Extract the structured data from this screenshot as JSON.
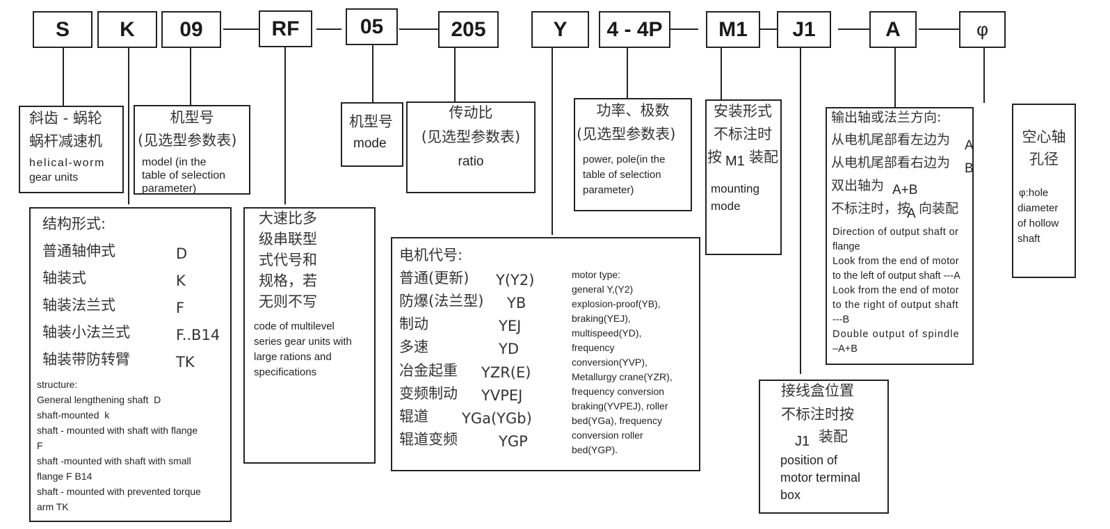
{
  "codes": [
    "S",
    "K",
    "09",
    "RF",
    "05",
    "205",
    "Y",
    "4 - 4P",
    "M1",
    "J1",
    "A",
    "φ"
  ],
  "s_box": {
    "cn1": "斜齿 - 蜗轮",
    "cn2": "蜗杆减速机",
    "en1": "helical-worm",
    "en2": "gear units"
  },
  "model_box": {
    "cn1": "机型号",
    "cn2": "(见选型参数表)",
    "en": [
      "model (in the",
      "table of selection",
      "parameter)"
    ]
  },
  "structure_box": {
    "title": "结构形式:",
    "rows": [
      {
        "cn": "普通轴伸式",
        "code": "D"
      },
      {
        "cn": "轴装式",
        "code": "K"
      },
      {
        "cn": "轴装法兰式",
        "code": "F"
      },
      {
        "cn": "轴装小法兰式",
        "code": "F..B14"
      },
      {
        "cn": "轴装带防转臂",
        "code": "TK"
      }
    ],
    "en": [
      "structure:",
      "General lengthening shaft  D",
      "shaft-mounted  k",
      "shaft - mounted with shaft with flange",
      "F",
      "shaft -mounted with shaft with small",
      "flange F B14",
      "shaft - mounted with prevented torque",
      "arm TK"
    ]
  },
  "rf_box": {
    "cn": [
      "大速比多",
      "级串联型",
      "式代号和",
      "规格，若",
      "无则不写"
    ],
    "en": [
      "code of multilevel",
      "series gear units with",
      "large rations and",
      "specifications"
    ]
  },
  "mode_box": {
    "cn": "机型号",
    "en": "mode"
  },
  "ratio_box": {
    "cn1": "传动比",
    "cn2": "(见选型参数表)",
    "en": "ratio"
  },
  "motor_box": {
    "title": "电机代号:",
    "rows": [
      {
        "cn": "普通(更新)",
        "code": "Y(Y2)"
      },
      {
        "cn": "防爆(法兰型)",
        "code": "YB"
      },
      {
        "cn": "制动",
        "code": "YEJ"
      },
      {
        "cn": "多速",
        "code": "YD"
      },
      {
        "cn": "冶金起重",
        "code": "YZR(E)"
      },
      {
        "cn": "变频制动",
        "code": "YVPEJ"
      },
      {
        "cn": "辊道",
        "code": "YGa(YGb)"
      },
      {
        "cn": "辊道变频",
        "code": "YGP"
      }
    ],
    "en": [
      "motor type:",
      "general Y,(Y2)",
      "explosion-proof(YB),",
      "braking(YEJ),",
      "multispeed(YD),",
      "frequency",
      "conversion(YVP),",
      "Metallurgy crane(YZR),",
      "frequency conversion",
      "braking(YVPEJ), roller",
      "bed(YGa), frequency",
      "conversion roller",
      "bed(YGP)."
    ]
  },
  "power_box": {
    "cn1": "功率、极数",
    "cn2": "(见选型参数表)",
    "en": [
      "power, pole(in the",
      "table of selection",
      "parameter)"
    ]
  },
  "mounting_box": {
    "cn1": "安装形式",
    "cn2": "不标注时",
    "cn3a": "按",
    "cn3b": "M1",
    "cn3c": "装配",
    "en": [
      "mounting",
      "mode"
    ]
  },
  "terminal_box": {
    "cn1": "接线盒位置",
    "cn2": "不标注时按",
    "cn3a": "J1",
    "cn3b": "装配",
    "en": [
      "position of",
      "motor terminal",
      "box"
    ]
  },
  "output_box": {
    "title": "输出轴或法兰方向:",
    "rows": [
      {
        "cn": "从电机尾部看左边为",
        "code": "A"
      },
      {
        "cn": "从电机尾部看右边为",
        "code": "B"
      },
      {
        "cn": "双出轴为",
        "code": "A+B"
      }
    ],
    "default_a": "不标注时，按",
    "default_b": "A",
    "default_c": "向装配",
    "en": [
      "Direction of output shaft or",
      "flange",
      "Look from the end of motor",
      "to the left of output shaft ---A",
      "Look from the end of motor",
      "to the right of output shaft",
      "---B",
      "Double output of spindle",
      "–A+B"
    ]
  },
  "hollow_box": {
    "cn1": "空心轴",
    "cn2": "孔径",
    "en": [
      "φ:hole",
      "diameter",
      "of hollow",
      "shaft"
    ]
  }
}
